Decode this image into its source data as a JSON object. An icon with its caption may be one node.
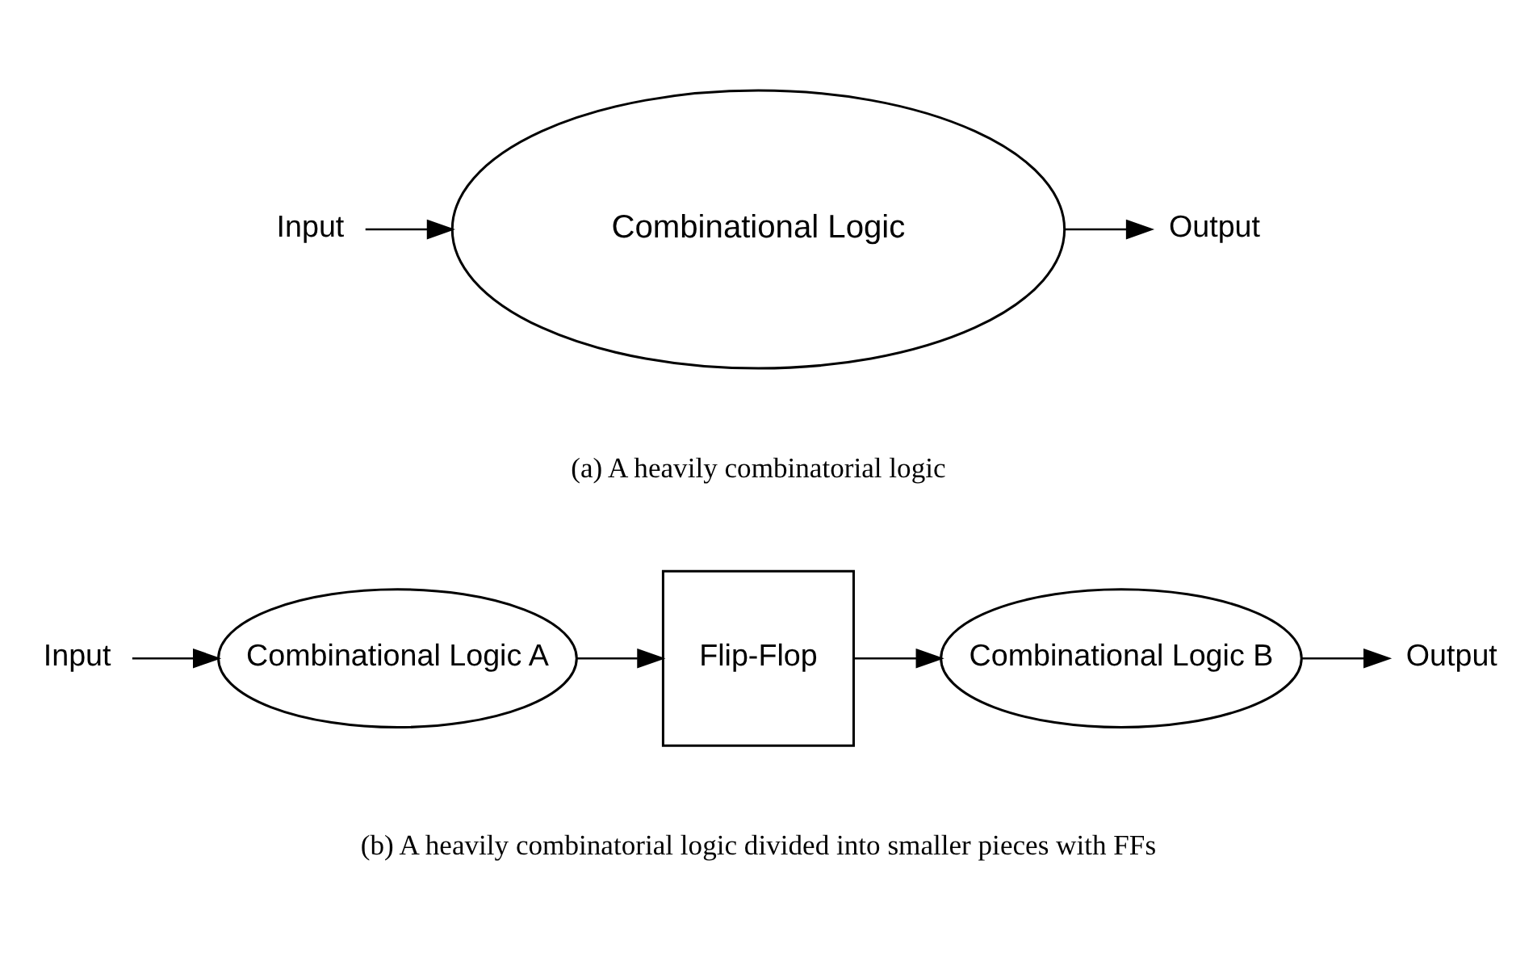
{
  "diagram": {
    "nodes": [
      {
        "text": [
          "Input"
        ]
      },
      {
        "text": [
          "Combinational Logic"
        ]
      },
      {
        "text": [
          "Output"
        ]
      },
      {
        "text": [
          "Input"
        ]
      },
      {
        "text": [
          "Combinational Logic A"
        ]
      },
      {
        "text": [
          "Flip-Flop"
        ]
      },
      {
        "text": [
          "Combinational Logic B"
        ]
      },
      {
        "text": [
          "Output"
        ]
      }
    ],
    "edges": [
      {
        "from": 0,
        "to": 1,
        "arrow": "to"
      },
      {
        "from": 1,
        "to": 2,
        "arrow": "to"
      },
      {
        "from": 3,
        "to": 4,
        "arrow": "to"
      },
      {
        "from": 4,
        "to": 5,
        "arrow": "to"
      },
      {
        "from": 5,
        "to": 6,
        "arrow": "to"
      },
      {
        "from": 6,
        "to": 7,
        "arrow": "to"
      }
    ],
    "labels": [
      "(a) A heavily combinatorial logic",
      "(b) A heavily combinatorial logic divided into smaller pieces with FFs"
    ]
  }
}
